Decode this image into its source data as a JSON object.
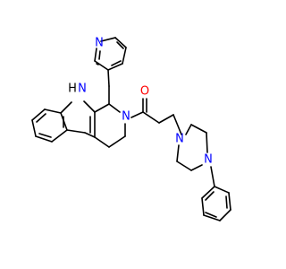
{
  "molecule": {
    "atom_labels": {
      "pyridine_n": "N",
      "indole_nh_h": "H",
      "indole_nh_n": "N",
      "ring_n": "N",
      "carbonyl_o": "O",
      "piperazine_n1": "N",
      "piperazine_n4": "N"
    },
    "colors": {
      "bond": "#000000",
      "nitrogen": "#0000ff",
      "oxygen": "#ff0000"
    }
  }
}
